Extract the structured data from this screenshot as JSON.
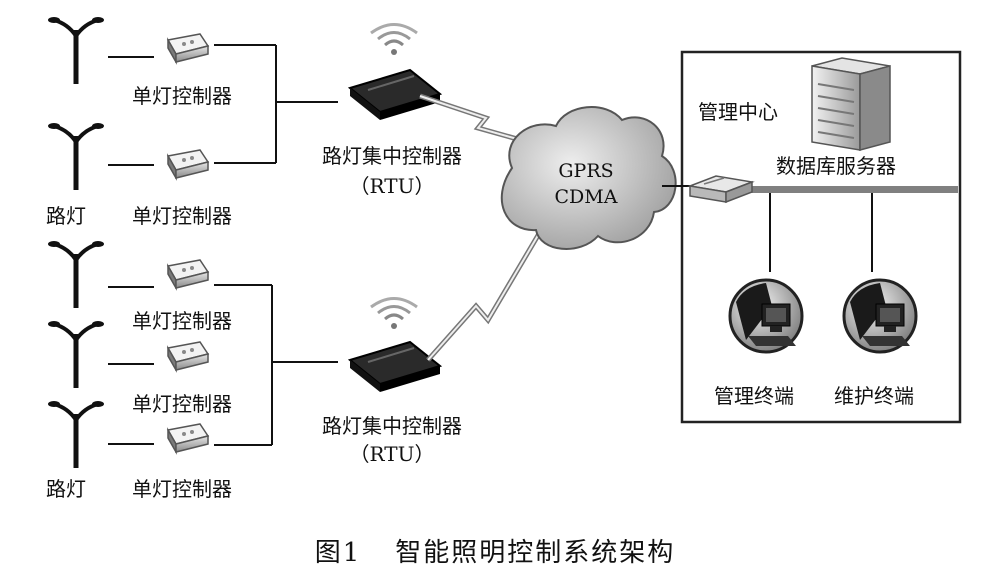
{
  "labels": {
    "single_controller": "单灯控制器",
    "street_light": "路灯",
    "rtu_title": "路灯集中控制器",
    "rtu_sub": "（RTU）",
    "network_line1": "GPRS",
    "network_line2": "CDMA",
    "management_center": "管理中心",
    "db_server": "数据库服务器",
    "mgmt_terminal": "管理终端",
    "maint_terminal": "维护终端"
  },
  "caption": {
    "figure": "图1",
    "title": "智能照明控制系统架构"
  }
}
